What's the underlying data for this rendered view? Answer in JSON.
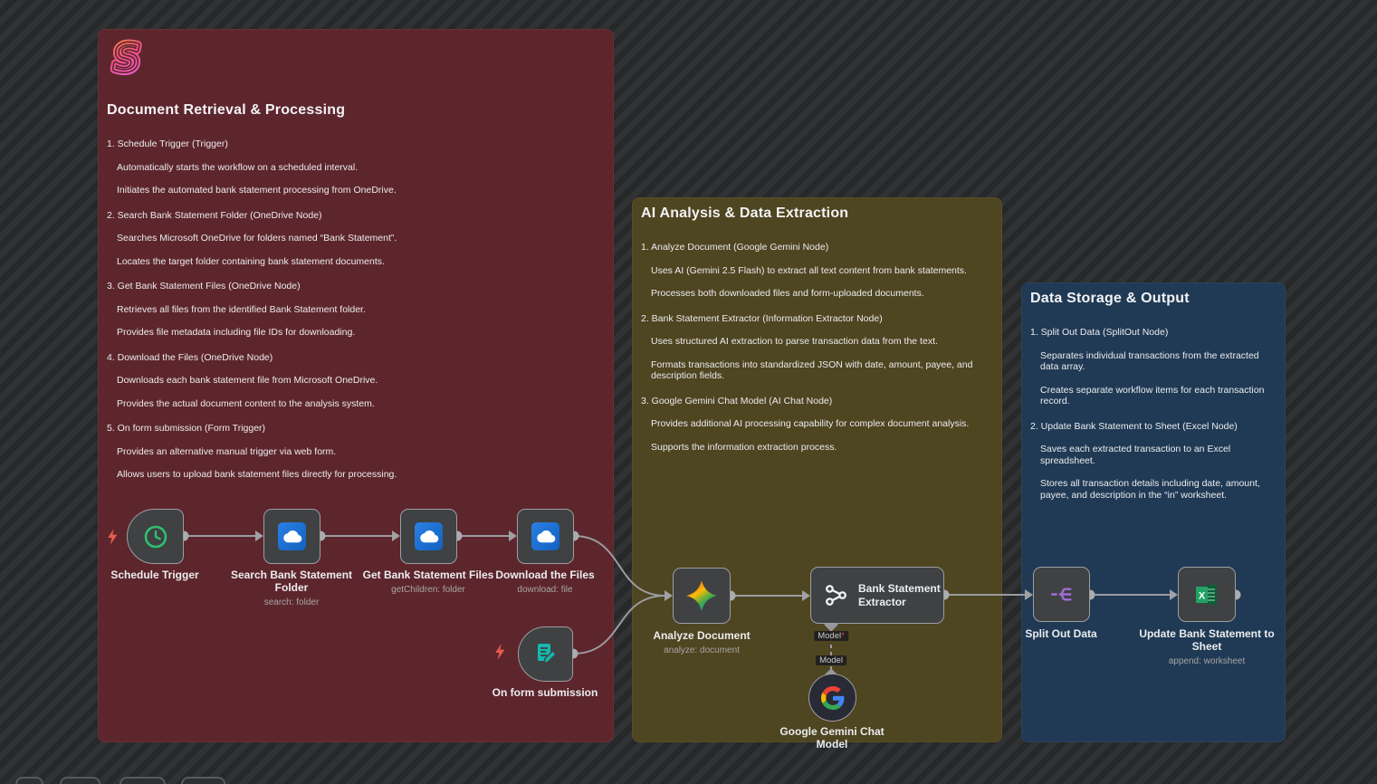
{
  "canvas": {
    "background_stripe_light": "#303234",
    "background_stripe_dark": "#272829"
  },
  "notes": {
    "documentRetrieval": {
      "title": "Document Retrieval & Processing",
      "color": "#5d262c",
      "items": [
        {
          "heading": "1. Schedule Trigger (Trigger)",
          "paragraphs": [
            "Automatically starts the workflow on a scheduled interval.",
            "Initiates the automated bank statement processing from OneDrive."
          ]
        },
        {
          "heading": "2. Search Bank Statement Folder (OneDrive Node)",
          "paragraphs": [
            "Searches Microsoft OneDrive for folders named “Bank Statement”.",
            "Locates the target folder containing bank statement documents."
          ]
        },
        {
          "heading": "3. Get Bank Statement Files (OneDrive Node)",
          "paragraphs": [
            "Retrieves all files from the identified Bank Statement folder.",
            "Provides file metadata including file IDs for downloading."
          ]
        },
        {
          "heading": "4. Download the Files (OneDrive Node)",
          "paragraphs": [
            "Downloads each bank statement file from Microsoft OneDrive.",
            "Provides the actual document content to the analysis system."
          ]
        },
        {
          "heading": "5. On form submission (Form Trigger)",
          "paragraphs": [
            "Provides an alternative manual trigger via web form.",
            "Allows users to upload bank statement files directly for processing."
          ]
        }
      ]
    },
    "aiAnalysis": {
      "title": "AI Analysis & Data Extraction",
      "color": "#4e4521",
      "items": [
        {
          "heading": "1. Analyze Document (Google Gemini Node)",
          "paragraphs": [
            "Uses AI (Gemini 2.5 Flash) to extract all text content from bank statements.",
            "Processes both downloaded files and form-uploaded documents."
          ]
        },
        {
          "heading": "2. Bank Statement Extractor (Information Extractor Node)",
          "paragraphs": [
            "Uses structured AI extraction to parse transaction data from the text.",
            "Formats transactions into standardized JSON with date, amount, payee, and description fields."
          ]
        },
        {
          "heading": "3. Google Gemini Chat Model (AI Chat Node)",
          "paragraphs": [
            "Provides additional AI processing capability for complex document analysis.",
            "Supports the information extraction process."
          ]
        }
      ]
    },
    "dataStorage": {
      "title": "Data Storage & Output",
      "color": "#203a55",
      "items": [
        {
          "heading": "1. Split Out Data (SplitOut Node)",
          "paragraphs": [
            "Separates individual transactions from the extracted data array.",
            "Creates separate workflow items for each transaction record."
          ]
        },
        {
          "heading": "2. Update Bank Statement to Sheet (Excel Node)",
          "paragraphs": [
            "Saves each extracted transaction to an Excel spreadsheet.",
            "Stores all transaction details including date, amount, payee, and description in the “in” worksheet."
          ]
        }
      ]
    }
  },
  "nodes": {
    "scheduleTrigger": {
      "label": "Schedule Trigger"
    },
    "searchFolder": {
      "label": "Search Bank Statement Folder",
      "subtitle": "search: folder"
    },
    "getFiles": {
      "label": "Get Bank Statement Files",
      "subtitle": "getChildren: folder"
    },
    "downloadFiles": {
      "label": "Download the Files",
      "subtitle": "download: file"
    },
    "formSubmission": {
      "label": "On form submission"
    },
    "analyzeDocument": {
      "label": "Analyze Document",
      "subtitle": "analyze: document"
    },
    "bankStatementExtractor": {
      "label": "Bank Statement Extractor"
    },
    "googleGeminiChatModel": {
      "label": "Google Gemini Chat Model"
    },
    "splitOutData": {
      "label": "Split Out Data"
    },
    "updateSheet": {
      "label": "Update Bank Statement to Sheet",
      "subtitle": "append: worksheet"
    }
  },
  "connectors": {
    "model_required_label": "Model",
    "asterisk": "*",
    "model_label": "Model"
  }
}
